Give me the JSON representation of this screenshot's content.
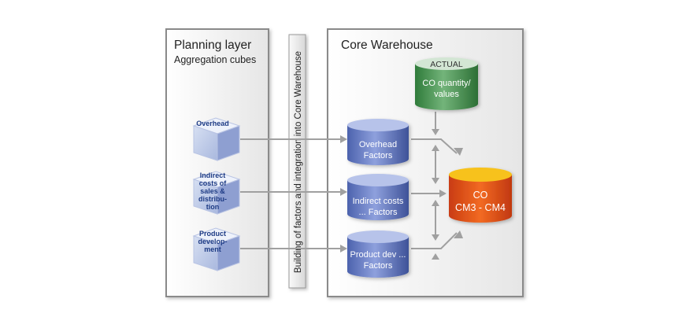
{
  "planning_layer": {
    "title": "Planning layer",
    "subtitle": "Aggregation cubes",
    "cubes": [
      {
        "lines": [
          "Overhead"
        ]
      },
      {
        "lines": [
          "Indirect",
          "costs of",
          "sales &",
          "distribu-",
          "tion"
        ]
      },
      {
        "lines": [
          "Product",
          "develop-",
          "ment"
        ]
      }
    ]
  },
  "integration_bar": {
    "label": "Building of factors and integration into Core Warehouse"
  },
  "core_warehouse": {
    "title": "Core Warehouse",
    "factor_cylinders": [
      {
        "lines": [
          "Overhead",
          "Factors"
        ]
      },
      {
        "lines": [
          "Indirect costs",
          "... Factors"
        ]
      },
      {
        "lines": [
          "Product dev ...",
          "Factors"
        ]
      }
    ],
    "actual_cylinder": {
      "tag": "ACTUAL",
      "lines": [
        "CO quantity/",
        "values"
      ]
    },
    "co_cylinder": {
      "lines": [
        "CO",
        "CM3 - CM4"
      ]
    }
  },
  "colors": {
    "panel_border": "#8a8a8a",
    "panel_fill": "#f0f0f0",
    "cube_blue": "#1c3a84",
    "factor_cylinder": "#6f84c8",
    "actual_cylinder": "#4f9a58",
    "co_cylinder": "#e0541a",
    "arrow": "#a0a0a0"
  }
}
